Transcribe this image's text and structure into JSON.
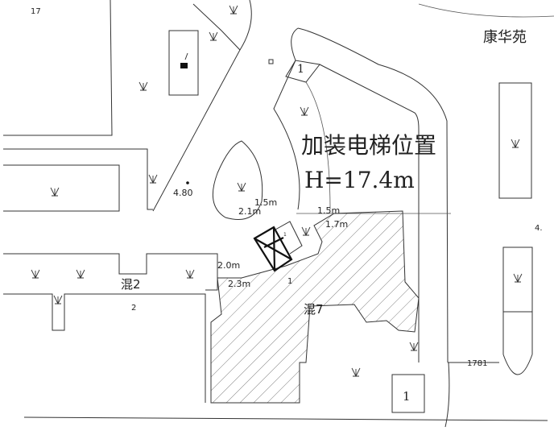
{
  "labels": {
    "building_17": "17",
    "complex_name": "康华苑",
    "gate_top": "1",
    "elevator_title": "加装电梯位置",
    "elevator_height": "H=17.4m",
    "elevation_point": "4.80",
    "dim_1": "1.5m",
    "dim_2": "2.1m",
    "dim_3": "1.5m",
    "dim_4": "1.7m",
    "dim_5": "2.0m",
    "dim_6": "2.3m",
    "building_hun2": "混2",
    "building_hun2_floors": "2",
    "building_hun7": "混7",
    "elevator_floors": "1",
    "gate_bottom": "1",
    "road_number": "1781",
    "elevation_right": "4.",
    "elevator_tag": "1"
  },
  "colors": {
    "line": "#333333",
    "hatch": "#666666",
    "background": "#ffffff"
  }
}
